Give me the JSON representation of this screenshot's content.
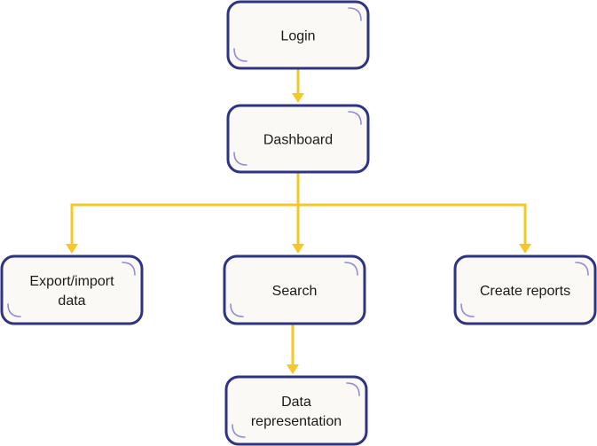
{
  "diagram": {
    "nodes": [
      {
        "id": "login",
        "lines": [
          "Login"
        ]
      },
      {
        "id": "dashboard",
        "lines": [
          "Dashboard"
        ]
      },
      {
        "id": "export-import",
        "lines": [
          "Export/import",
          "data"
        ]
      },
      {
        "id": "search",
        "lines": [
          "Search"
        ]
      },
      {
        "id": "create-reports",
        "lines": [
          "Create reports"
        ]
      },
      {
        "id": "data-representation",
        "lines": [
          "Data",
          "representation"
        ]
      }
    ],
    "edges": [
      {
        "from": "login",
        "to": "dashboard"
      },
      {
        "from": "dashboard",
        "to": "export-import"
      },
      {
        "from": "dashboard",
        "to": "search"
      },
      {
        "from": "dashboard",
        "to": "create-reports"
      },
      {
        "from": "search",
        "to": "data-representation"
      }
    ],
    "colors": {
      "node_border": "#2e3484",
      "node_fill": "#faf9f6",
      "node_corner_accent": "#8f8fd0",
      "arrow": "#f5c727",
      "text": "#1a1a1a"
    }
  }
}
